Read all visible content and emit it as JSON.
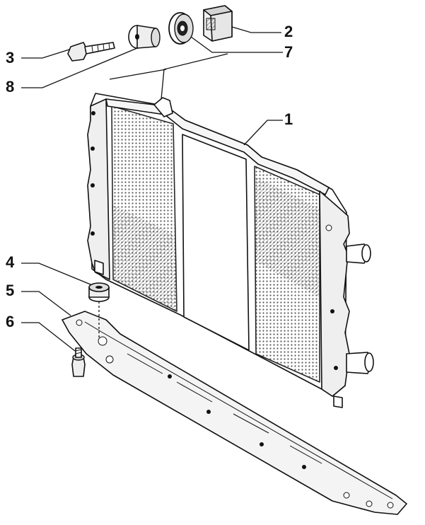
{
  "callouts": {
    "c1": "1",
    "c2": "2",
    "c3": "3",
    "c4": "4",
    "c5": "5",
    "c6": "6",
    "c7": "7",
    "c8": "8"
  },
  "colors": {
    "ink": "#111111",
    "paper": "#ffffff",
    "hatch": "#555555"
  }
}
